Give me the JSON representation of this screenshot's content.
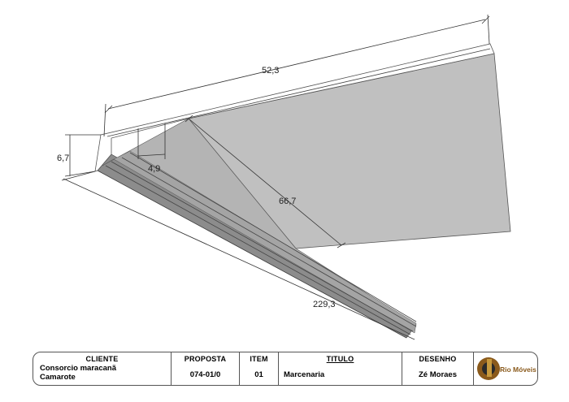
{
  "dimensions": {
    "top_width": "52,3",
    "side_height": "6,7",
    "inner_depth": "4,9",
    "diagonal": "66,7",
    "length": "229,3"
  },
  "title_block": {
    "cliente_header": "CLIENTE",
    "cliente_line1": "Consorcio maracanã",
    "cliente_line2": "Camarote",
    "proposta_header": "PROPOSTA",
    "proposta_value": "074-01/0",
    "item_header": "ITEM",
    "item_value": "01",
    "titulo_header": "TITULO",
    "titulo_value": "Marcenaria",
    "desenho_header": "DESENHO",
    "desenho_value": "Zé Moraes"
  },
  "logo": {
    "brand": "Rio Móveis",
    "colors": {
      "brand_brown": "#8a5a1c",
      "brand_dark": "#2a2a2a",
      "brand_gold": "#c79a3e"
    }
  },
  "colors": {
    "panel_gray": "#bdbdbd",
    "panel_dark": "#9e9e9e",
    "line": "#333333"
  }
}
